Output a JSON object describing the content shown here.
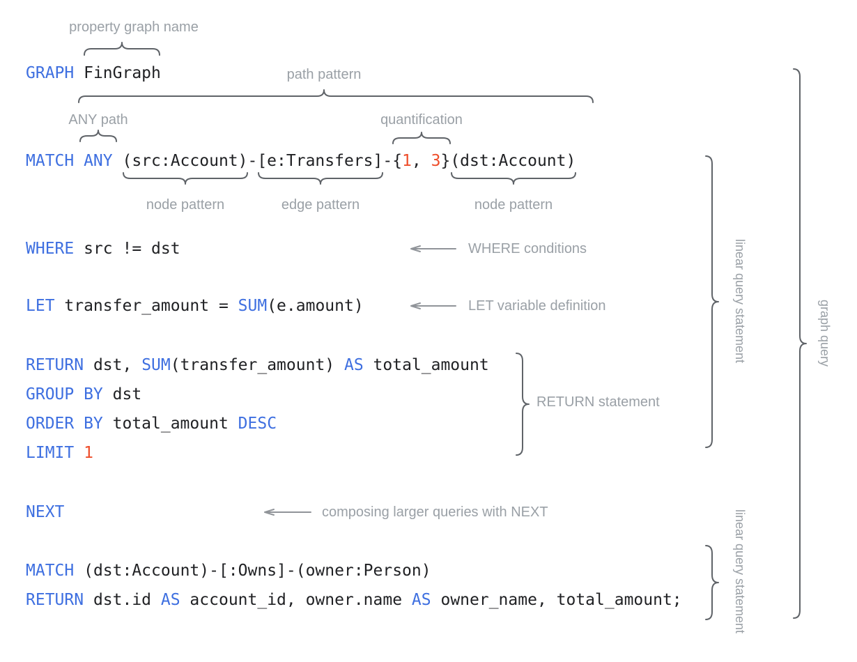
{
  "palette": {
    "keyword_blue": "#3E6FE0",
    "number_red": "#EE4D2A",
    "code_black": "#202124",
    "label_gray": "#9AA0A6",
    "brace_gray": "#5F6368",
    "arrow_gray": "#909499"
  },
  "annotations": {
    "property_graph_name": "property graph name",
    "path_pattern": "path pattern",
    "any_path": "ANY path",
    "quantification": "quantification",
    "node_pattern_src": "node pattern",
    "edge_pattern": "edge pattern",
    "node_pattern_dst": "node pattern",
    "where_conditions": "WHERE conditions",
    "let_variable": "LET variable definition",
    "return_statement": "RETURN statement",
    "next_note": "composing larger queries with NEXT",
    "linear_query_top": "linear query statement",
    "graph_query": "graph query",
    "linear_query_bottom": "linear query statement"
  },
  "code": {
    "graph_line": [
      {
        "t": "GRAPH",
        "c": "kw"
      },
      {
        "t": " FinGraph",
        "c": ""
      }
    ],
    "match_line": [
      {
        "t": "MATCH ANY",
        "c": "kw"
      },
      {
        "t": " (src:Account)-[e:Transfers]-{",
        "c": ""
      },
      {
        "t": "1",
        "c": "num"
      },
      {
        "t": ", ",
        "c": ""
      },
      {
        "t": "3",
        "c": "num"
      },
      {
        "t": "}(dst:Account)",
        "c": ""
      }
    ],
    "where_line": [
      {
        "t": "WHERE",
        "c": "kw"
      },
      {
        "t": " src != dst",
        "c": ""
      }
    ],
    "let_line": [
      {
        "t": "LET",
        "c": "kw"
      },
      {
        "t": " transfer_amount = ",
        "c": ""
      },
      {
        "t": "SUM",
        "c": "kw"
      },
      {
        "t": "(e.amount)",
        "c": ""
      }
    ],
    "return_line": [
      {
        "t": "RETURN",
        "c": "kw"
      },
      {
        "t": " dst, ",
        "c": ""
      },
      {
        "t": "SUM",
        "c": "kw"
      },
      {
        "t": "(transfer_amount) ",
        "c": ""
      },
      {
        "t": "AS",
        "c": "kw"
      },
      {
        "t": " total_amount",
        "c": ""
      }
    ],
    "group_line": [
      {
        "t": "GROUP BY",
        "c": "kw"
      },
      {
        "t": " dst",
        "c": ""
      }
    ],
    "order_line": [
      {
        "t": "ORDER BY",
        "c": "kw"
      },
      {
        "t": " total_amount ",
        "c": ""
      },
      {
        "t": "DESC",
        "c": "kw"
      }
    ],
    "limit_line": [
      {
        "t": "LIMIT",
        "c": "kw"
      },
      {
        "t": " ",
        "c": ""
      },
      {
        "t": "1",
        "c": "num"
      }
    ],
    "next_line": [
      {
        "t": "NEXT",
        "c": "kw"
      }
    ],
    "match2_line": [
      {
        "t": "MATCH",
        "c": "kw"
      },
      {
        "t": " (dst:Account)-[:Owns]-(owner:Person)",
        "c": ""
      }
    ],
    "return2_line": [
      {
        "t": "RETURN",
        "c": "kw"
      },
      {
        "t": " dst.id ",
        "c": ""
      },
      {
        "t": "AS",
        "c": "kw"
      },
      {
        "t": " account_id, owner.name ",
        "c": ""
      },
      {
        "t": "AS",
        "c": "kw"
      },
      {
        "t": " owner_name, total_amount;",
        "c": ""
      }
    ]
  }
}
